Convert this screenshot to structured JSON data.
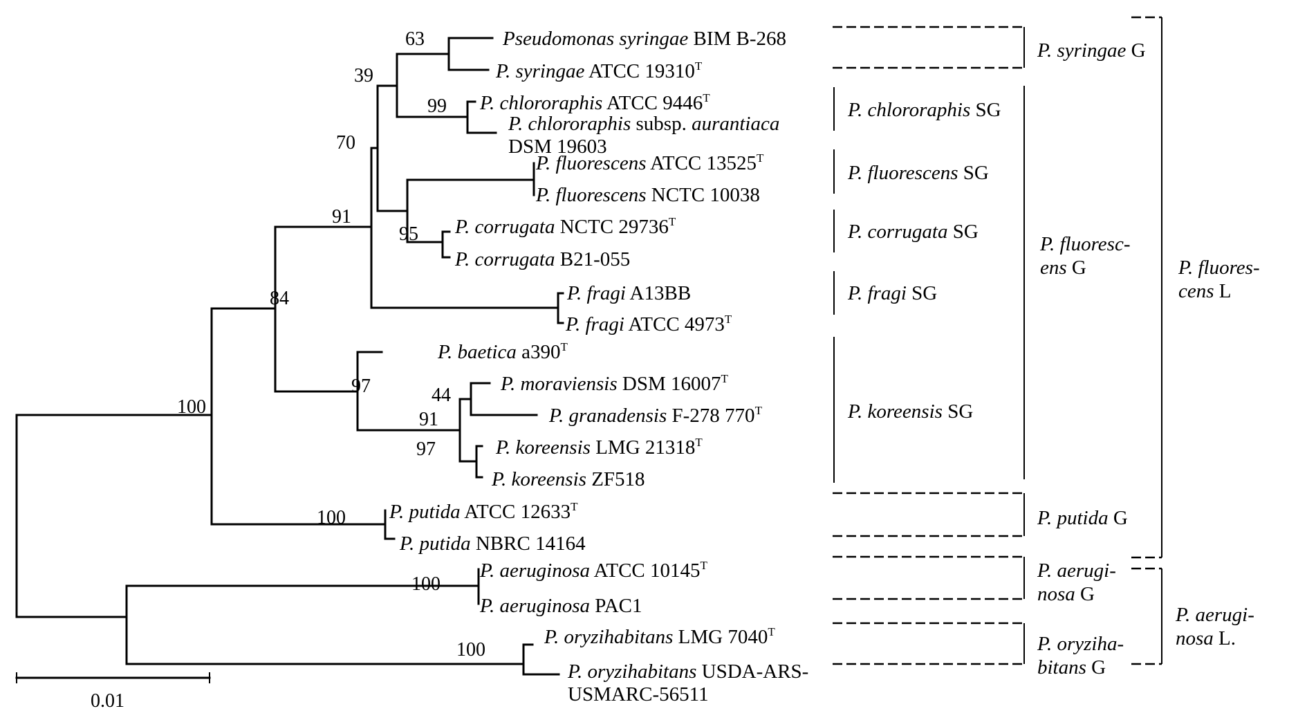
{
  "figure": {
    "type": "phylogenetic-tree",
    "scale_bar": {
      "value": 0.01,
      "label": "0.01"
    }
  },
  "taxa": [
    {
      "id": "syr1",
      "parts": [
        {
          "t": "Pseudomonas syringae",
          "i": true
        },
        {
          "t": " BIM B-268"
        }
      ]
    },
    {
      "id": "syr2",
      "parts": [
        {
          "t": "P. syringae",
          "i": true
        },
        {
          "t": " ATCC 19310"
        },
        {
          "t": "T",
          "sup": true
        }
      ]
    },
    {
      "id": "chl1",
      "parts": [
        {
          "t": "P. chlororaphis",
          "i": true
        },
        {
          "t": " ATCC 9446"
        },
        {
          "t": "T",
          "sup": true
        }
      ]
    },
    {
      "id": "chl2",
      "parts": [
        {
          "t": "P. chlororaphis",
          "i": true
        },
        {
          "t": " subsp. "
        },
        {
          "t": "aurantiaca",
          "i": true
        }
      ],
      "line2": "DSM 19603"
    },
    {
      "id": "flu1",
      "parts": [
        {
          "t": "P. fluorescens",
          "i": true
        },
        {
          "t": " ATCC 13525"
        },
        {
          "t": "T",
          "sup": true
        }
      ]
    },
    {
      "id": "flu2",
      "parts": [
        {
          "t": "P. fluorescens",
          "i": true
        },
        {
          "t": " NCTC 10038"
        }
      ]
    },
    {
      "id": "cor1",
      "parts": [
        {
          "t": "P. corrugata",
          "i": true
        },
        {
          "t": " NCTC 29736"
        },
        {
          "t": "T",
          "sup": true
        }
      ]
    },
    {
      "id": "cor2",
      "parts": [
        {
          "t": "P. corrugata",
          "i": true
        },
        {
          "t": " B21-055"
        }
      ]
    },
    {
      "id": "fra1",
      "parts": [
        {
          "t": "P. fragi",
          "i": true
        },
        {
          "t": " A13BB"
        }
      ]
    },
    {
      "id": "fra2",
      "parts": [
        {
          "t": "P. fragi",
          "i": true
        },
        {
          "t": " ATCC 4973"
        },
        {
          "t": "T",
          "sup": true
        }
      ]
    },
    {
      "id": "bae",
      "parts": [
        {
          "t": "P. baetica",
          "i": true
        },
        {
          "t": " a390"
        },
        {
          "t": "T",
          "sup": true
        }
      ]
    },
    {
      "id": "mor",
      "parts": [
        {
          "t": "P. moraviensis",
          "i": true
        },
        {
          "t": " DSM 16007"
        },
        {
          "t": "T",
          "sup": true
        }
      ]
    },
    {
      "id": "gra",
      "parts": [
        {
          "t": "P. granadensis",
          "i": true
        },
        {
          "t": " F-278 770"
        },
        {
          "t": "T",
          "sup": true
        }
      ]
    },
    {
      "id": "kor1",
      "parts": [
        {
          "t": "P. koreensis",
          "i": true
        },
        {
          "t": " LMG 21318"
        },
        {
          "t": "T",
          "sup": true
        }
      ]
    },
    {
      "id": "kor2",
      "parts": [
        {
          "t": "P. koreensis",
          "i": true
        },
        {
          "t": " ZF518"
        }
      ]
    },
    {
      "id": "put1",
      "parts": [
        {
          "t": "P. putida",
          "i": true
        },
        {
          "t": " ATCC 12633"
        },
        {
          "t": "T",
          "sup": true
        }
      ]
    },
    {
      "id": "put2",
      "parts": [
        {
          "t": "P. putida",
          "i": true
        },
        {
          "t": " NBRC 14164"
        }
      ]
    },
    {
      "id": "aer1",
      "parts": [
        {
          "t": "P. aeruginosa",
          "i": true
        },
        {
          "t": " ATCC 10145"
        },
        {
          "t": "T",
          "sup": true
        }
      ]
    },
    {
      "id": "aer2",
      "parts": [
        {
          "t": "P. aeruginosa",
          "i": true
        },
        {
          "t": " PAC1"
        }
      ]
    },
    {
      "id": "ory1",
      "parts": [
        {
          "t": "P. oryzihabitans",
          "i": true
        },
        {
          "t": " LMG 7040"
        },
        {
          "t": "T",
          "sup": true
        }
      ]
    },
    {
      "id": "ory2",
      "parts": [
        {
          "t": "P. oryzihabitans",
          "i": true
        },
        {
          "t": " USDA-ARS-"
        }
      ],
      "line2": "USMARC-56511"
    }
  ],
  "bootstrap": [
    "63",
    "39",
    "99",
    "70",
    "91",
    "95",
    "84",
    "97",
    "44",
    "91",
    "97",
    "100",
    "100",
    "100",
    "100"
  ],
  "subgroups": [
    {
      "name": "chlororaphis",
      "parts": [
        {
          "t": "P. chlororaphis",
          "i": true
        },
        {
          "t": " SG"
        }
      ]
    },
    {
      "name": "fluorescens",
      "parts": [
        {
          "t": "P. fluorescens",
          "i": true
        },
        {
          "t": " SG"
        }
      ]
    },
    {
      "name": "corrugata",
      "parts": [
        {
          "t": "P. corrugata",
          "i": true
        },
        {
          "t": " SG"
        }
      ]
    },
    {
      "name": "fragi",
      "parts": [
        {
          "t": "P. fragi",
          "i": true
        },
        {
          "t": " SG"
        }
      ]
    },
    {
      "name": "koreensis",
      "parts": [
        {
          "t": "P. koreensis",
          "i": true
        },
        {
          "t": " SG"
        }
      ]
    }
  ],
  "groups": [
    {
      "name": "syringae",
      "lines": [
        [
          {
            "t": "P. syringae",
            "i": true
          },
          {
            "t": " G"
          }
        ]
      ]
    },
    {
      "name": "fluorescens",
      "lines": [
        [
          {
            "t": "P. fluoresc-",
            "i": true
          }
        ],
        [
          {
            "t": "ens",
            "i": true
          },
          {
            "t": " G"
          }
        ]
      ]
    },
    {
      "name": "putida",
      "lines": [
        [
          {
            "t": "P. putida",
            "i": true
          },
          {
            "t": "  G"
          }
        ]
      ]
    },
    {
      "name": "aeruginosa",
      "lines": [
        [
          {
            "t": "P. aerugi-",
            "i": true
          }
        ],
        [
          {
            "t": "nosa",
            "i": true
          },
          {
            "t": "  G"
          }
        ]
      ]
    },
    {
      "name": "oryzihabitans",
      "lines": [
        [
          {
            "t": "P. oryziha-",
            "i": true
          }
        ],
        [
          {
            "t": "bitans",
            "i": true
          },
          {
            "t": " G"
          }
        ]
      ]
    }
  ],
  "lineages": [
    {
      "name": "fluorescens",
      "lines": [
        [
          {
            "t": "P. fluores-",
            "i": true
          }
        ],
        [
          {
            "t": "cens",
            "i": true
          },
          {
            "t": " L"
          }
        ]
      ]
    },
    {
      "name": "aeruginosa",
      "lines": [
        [
          {
            "t": "P. aerugi-",
            "i": true
          }
        ],
        [
          {
            "t": "nosa",
            "i": true
          },
          {
            "t": " L."
          }
        ]
      ]
    }
  ]
}
